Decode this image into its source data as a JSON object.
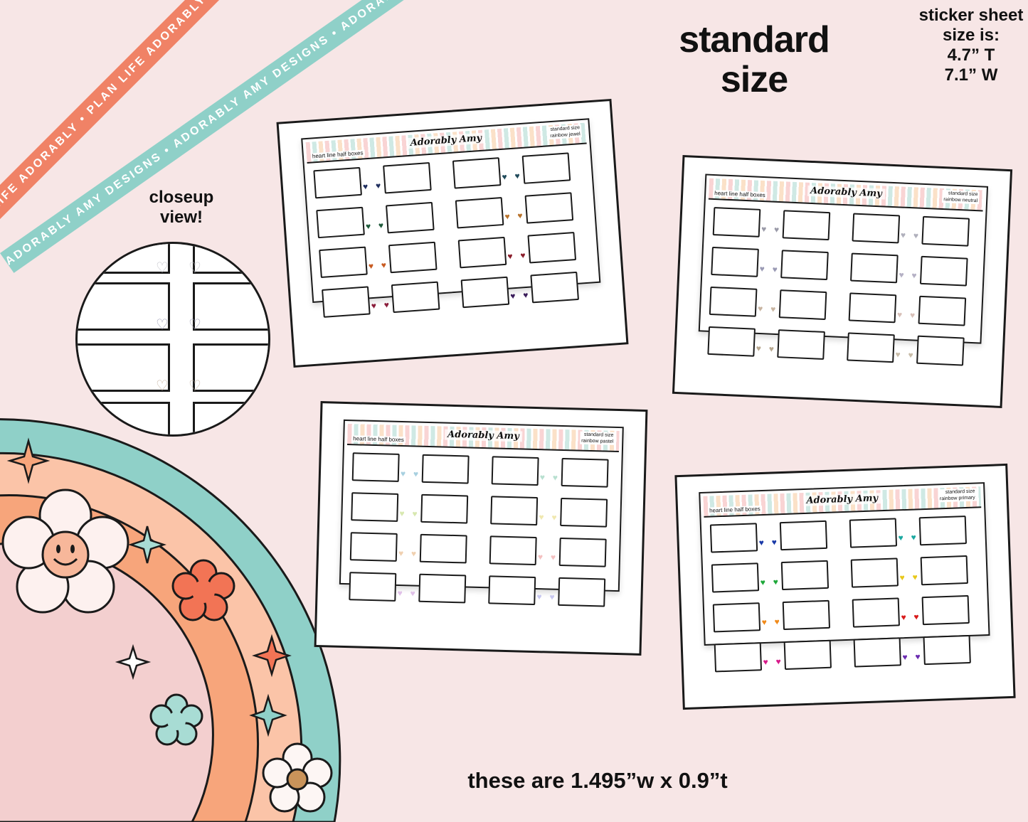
{
  "ribbons": {
    "orange_text": "PLAN LIFE ADORABLY • PLAN LIFE ADORABLY • PLAN LIFE ADO",
    "teal_text": "ADORABLY AMY DESIGNS • ADORABLY AMY DESIGNS • ADORABLY AMY DESIGNS"
  },
  "heading": {
    "line1": "standard",
    "line2": "size"
  },
  "size_info": {
    "line1": "sticker sheet",
    "line2": "size is:",
    "line3": "4.7” T",
    "line4": "7.1” W"
  },
  "closeup": {
    "line1": "closeup",
    "line2": "view!"
  },
  "footer": {
    "text": "these are 1.495”w x 0.9”t"
  },
  "sheets": [
    {
      "left": "heart line half boxes",
      "logo": "Adorably Amy",
      "right1": "standard size",
      "right2": "rainbow jewel",
      "hearts": [
        "#1f2e5e",
        "#1f2e5e",
        "#1f4a5a",
        "#1f4a5a",
        "#1e5a3a",
        "#1e5a3a",
        "#b8722a",
        "#b8722a",
        "#c85a20",
        "#c85a20",
        "#8a1c2a",
        "#8a1c2a",
        "#8a1c3a",
        "#8a1c3a",
        "#3a1c5a",
        "#3a1c5a"
      ]
    },
    {
      "left": "heart line half boxes",
      "logo": "Adorably Amy",
      "right1": "standard size",
      "right2": "rainbow neutral",
      "hearts": [
        "#9a9aa8",
        "#9a9aa8",
        "#b0b0bc",
        "#b0b0bc",
        "#9a9ab4",
        "#9a9ab4",
        "#b4b0c4",
        "#b4b0c4",
        "#c8b4a0",
        "#c8b4a0",
        "#d8c0b8",
        "#d8c0b8",
        "#b8a890",
        "#b8a890",
        "#c8bca8",
        "#c8bca8"
      ]
    },
    {
      "left": "heart line half boxes",
      "logo": "Adorably Amy",
      "right1": "standard size",
      "right2": "rainbow pastel",
      "hearts": [
        "#a8d0e0",
        "#a8d0e0",
        "#b8e0d0",
        "#b8e0d0",
        "#d8e8b0",
        "#d8e8b0",
        "#f0e8b0",
        "#f0e8b0",
        "#f0d0b0",
        "#f0d0b0",
        "#f4c0c0",
        "#f4c0c0",
        "#e0c0e8",
        "#e0c0e8",
        "#c8c8f0",
        "#c8c8f0"
      ]
    },
    {
      "left": "heart line half boxes",
      "logo": "Adorably Amy",
      "right1": "standard size",
      "right2": "rainbow primary",
      "hearts": [
        "#1a3aa8",
        "#1a3aa8",
        "#1aa8a0",
        "#1aa8a0",
        "#1ea83a",
        "#1ea83a",
        "#e8c81a",
        "#e8c81a",
        "#f08a1a",
        "#f08a1a",
        "#d81a1a",
        "#d81a1a",
        "#d81a8a",
        "#d81a8a",
        "#6a2ab0",
        "#6a2ab0"
      ]
    }
  ],
  "closeup_hearts": [
    "#c0c0c8",
    "#c0c0c8",
    "#9a9ab4",
    "#9a9ab4",
    "#c8b4a0",
    "#c8b4a0",
    "#b8a890",
    "#b8a890"
  ],
  "colors": {
    "background": "#f7e6e6",
    "orange": "#f08266",
    "teal": "#8fd0c8",
    "peach": "#f7a57b",
    "light_peach": "#fbc4a8",
    "pink": "#f3cfcf"
  }
}
